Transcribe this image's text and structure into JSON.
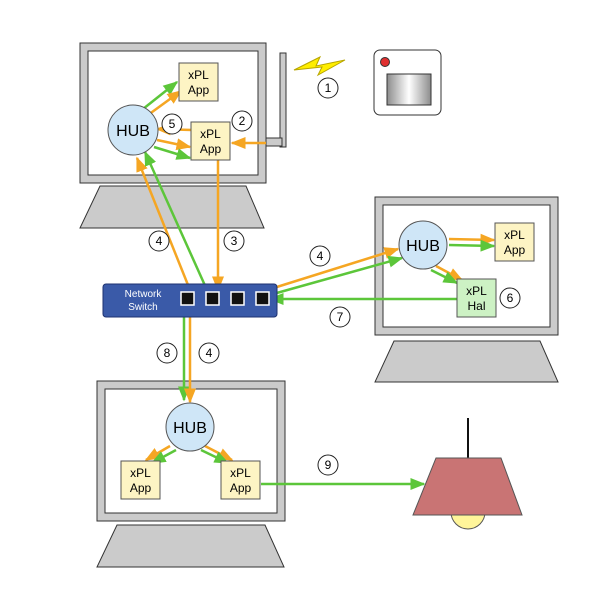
{
  "diagram": {
    "computers": [
      {
        "id": "top",
        "hub_label": "HUB",
        "apps": [
          {
            "line1": "xPL",
            "line2": "App"
          },
          {
            "line1": "xPL",
            "line2": "App"
          }
        ]
      },
      {
        "id": "right",
        "hub_label": "HUB",
        "apps": [
          {
            "line1": "xPL",
            "line2": "App"
          },
          {
            "line1": "xPL",
            "line2": "Hal"
          }
        ]
      },
      {
        "id": "bottom",
        "hub_label": "HUB",
        "apps": [
          {
            "line1": "xPL",
            "line2": "App"
          },
          {
            "line1": "xPL",
            "line2": "App"
          }
        ]
      }
    ],
    "network_switch": {
      "line1": "Network",
      "line2": "Switch"
    },
    "step_numbers": {
      "n1": "1",
      "n2": "2",
      "n3": "3",
      "n4a": "4",
      "n4b": "4",
      "n4c": "4",
      "n5": "5",
      "n6": "6",
      "n7": "7",
      "n8": "8",
      "n9": "9"
    },
    "colors": {
      "orange_arrow": "#f5a623",
      "green_arrow": "#5cc63a",
      "hub_fill": "#cfe6f7",
      "app_fill": "#fdf4c4",
      "hal_fill": "#cdf2c4",
      "switch_fill": "#3a5aa8",
      "monitor_fill": "#cbcbcb",
      "lamp_shade": "#c97474",
      "bulb": "#fff59a",
      "lightning": "#ffee00"
    },
    "icons": {
      "wireless": "lightning-bolt-icon",
      "sensor": "motion-sensor-icon",
      "lamp": "ceiling-lamp-icon",
      "antenna": "antenna-icon"
    }
  }
}
